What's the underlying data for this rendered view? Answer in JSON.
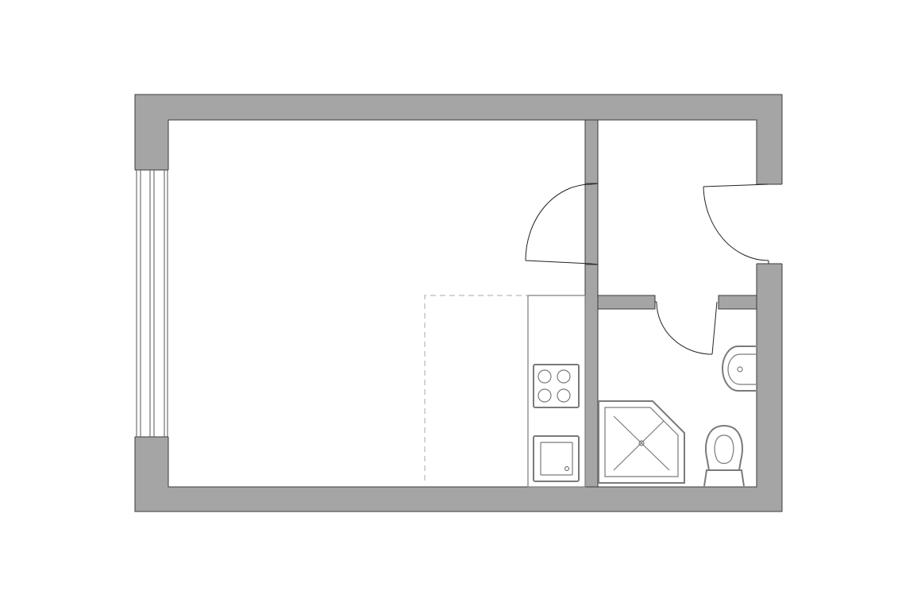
{
  "colors": {
    "background": "#ffffff",
    "wall_fill": "#a5a5a5",
    "wall_outline": "#3a3a3a",
    "fixture_stroke": "#7a7a7a",
    "door_stroke": "#222222",
    "dashed_zone": "#a8a8a8"
  },
  "elements": [
    "outer-walls",
    "window-left",
    "interior-wall",
    "entrance-door",
    "room-door",
    "bathroom-door",
    "kitchen-counter",
    "hob-icon",
    "sink-icon",
    "dashed-kitchen-zone",
    "corner-shower-icon",
    "washbasin-icon",
    "toilet-icon"
  ]
}
